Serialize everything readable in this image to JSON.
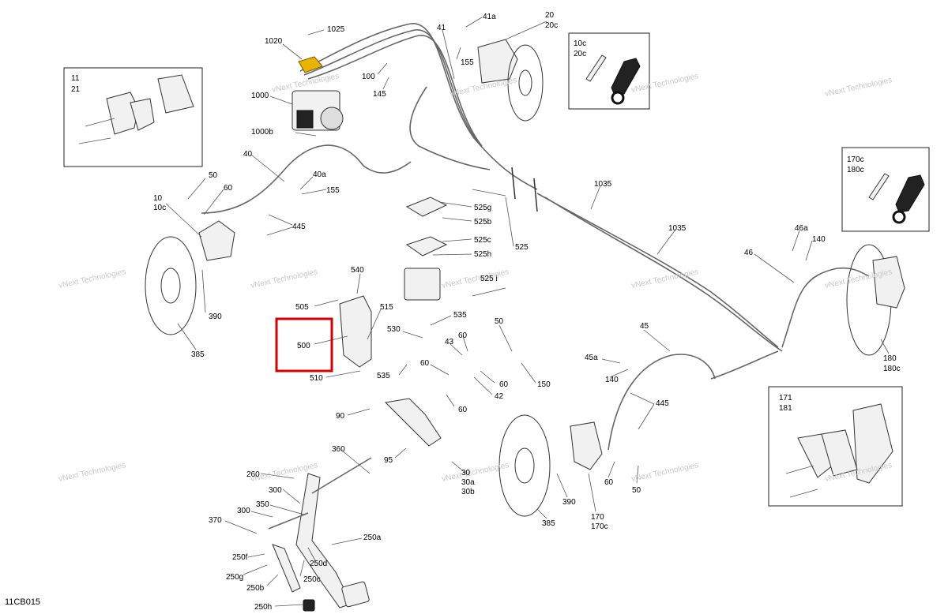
{
  "diagram_id": "11CB015",
  "watermark": "vNext Technologies",
  "highlight_color": "#d20000",
  "highlighted_part": "500",
  "callouts": {
    "c1020": "1020",
    "c1025": "1025",
    "c1000": "1000",
    "c1000b": "1000b",
    "c41": "41",
    "c41a": "41a",
    "c155a": "155",
    "c100": "100",
    "c145": "145",
    "c20": "20",
    "c20c": "20c",
    "c40": "40",
    "c40a": "40a",
    "c155b": "155",
    "c10": "10",
    "c10c": "10c",
    "c50a": "50",
    "c60a": "60",
    "c445a": "445",
    "c390a": "390",
    "c385a": "385",
    "c525g": "525g",
    "c525b": "525b",
    "c525c": "525c",
    "c525h": "525h",
    "c525": "525",
    "c525i": "525 i",
    "c540": "540",
    "c505": "505",
    "c515": "515",
    "c500": "500",
    "c510": "510",
    "c530": "530",
    "c535a": "535",
    "c535b": "535",
    "c43": "43",
    "c60b": "60",
    "c50b": "50",
    "c60c": "60",
    "c60d": "60",
    "c60e": "60",
    "c42": "42",
    "c150": "150",
    "c1035a": "1035",
    "c1035b": "1035",
    "c46a": "46a",
    "c140a": "140",
    "c46": "46",
    "c180": "180",
    "c180c": "180c",
    "c45": "45",
    "c45a": "45a",
    "c140b": "140",
    "c445b": "445",
    "c90": "90",
    "c95": "95",
    "c30": "30",
    "c30a": "30a",
    "c30b": "30b",
    "c360": "360",
    "c260": "260",
    "c300a": "300",
    "c300b": "300",
    "c350": "350",
    "c370": "370",
    "c250a": "250a",
    "c250f": "250f",
    "c250d": "250d",
    "c250g": "250g",
    "c250c": "250c",
    "c250b": "250b",
    "c250h": "250h",
    "c390b": "390",
    "c385b": "385",
    "c170": "170",
    "c170c": "170c",
    "c60f": "60",
    "c50c": "50"
  },
  "insets": {
    "pads_front": [
      "11",
      "21"
    ],
    "bleeder_front": [
      "10c",
      "20c"
    ],
    "bleeder_rear": [
      "170c",
      "180c"
    ],
    "pads_rear": [
      "171",
      "181"
    ]
  }
}
